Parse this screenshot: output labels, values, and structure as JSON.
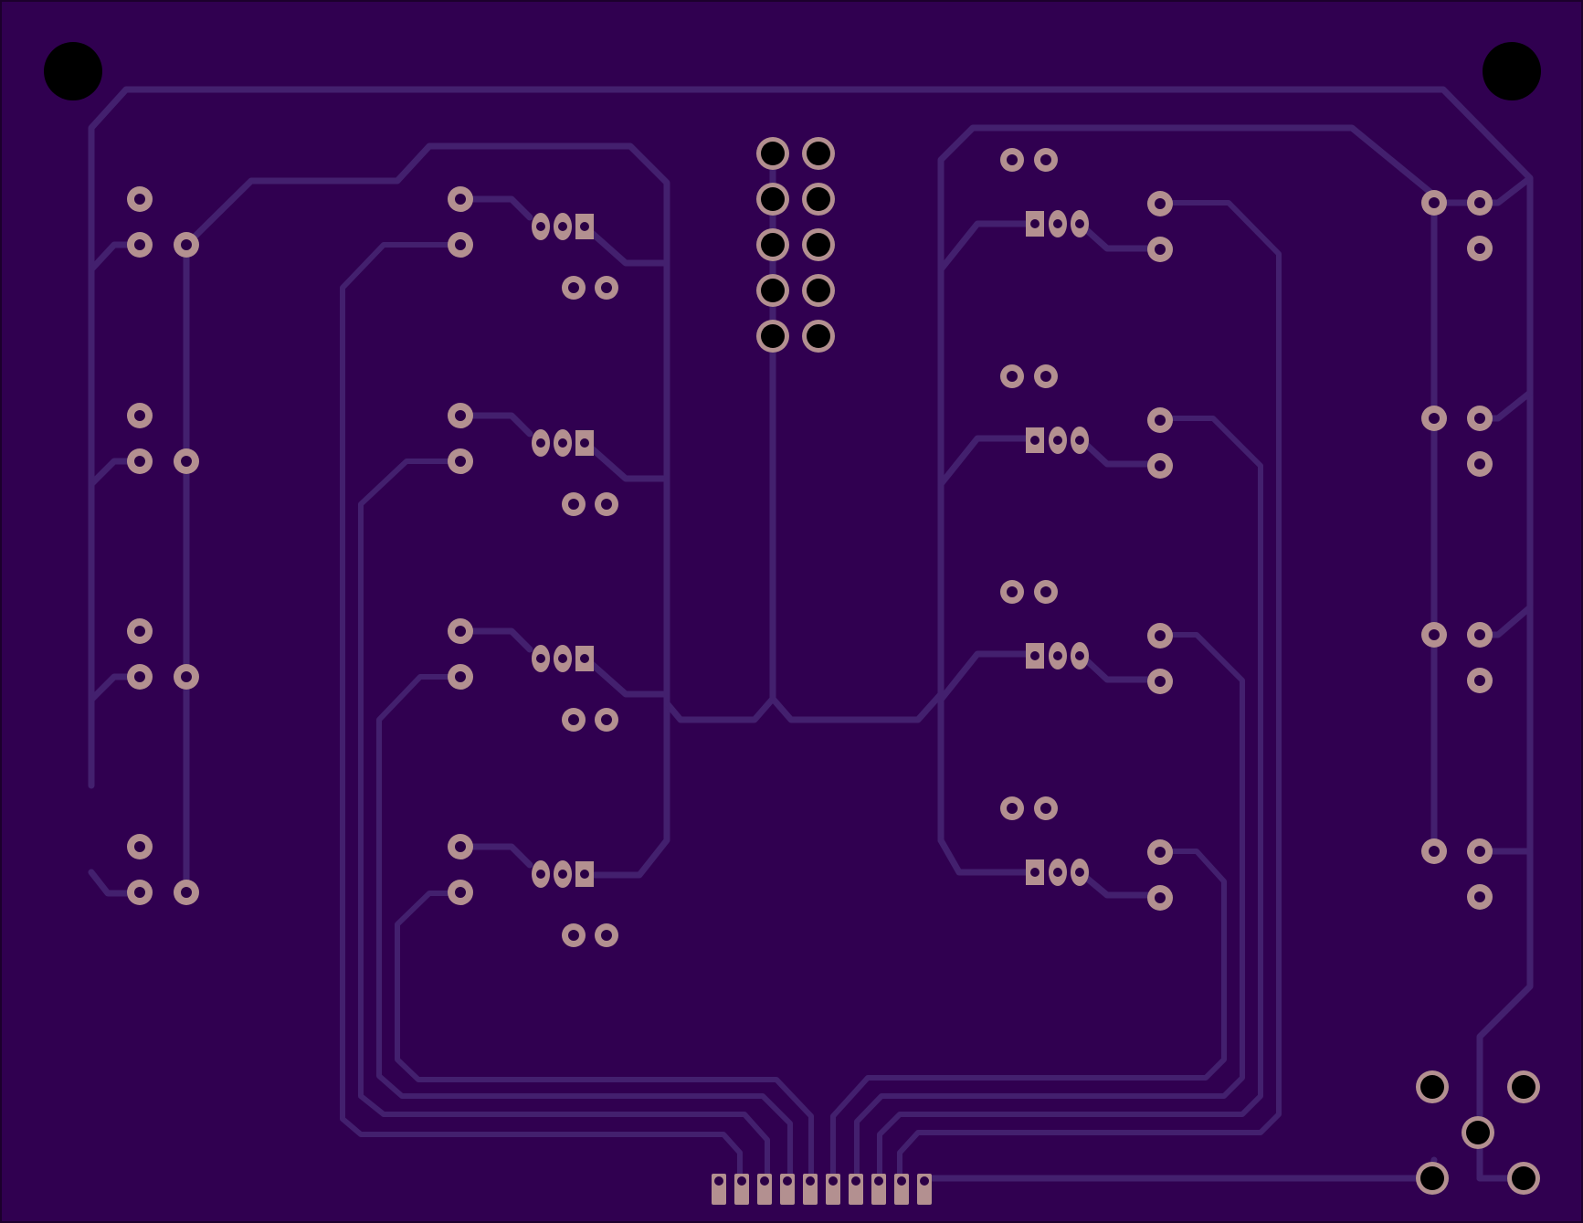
{
  "board": {
    "colors": {
      "background": "#300050",
      "edge": "#1c002c",
      "trace": "#43206e",
      "pad": "#b39090",
      "drill": "#2b0045",
      "hole": "#000000"
    },
    "mounting_holes": 2,
    "connector_pins": 10,
    "header_pins": 10,
    "power_jack_pads": 5,
    "switch_footprints": 8,
    "transistor_footprints": 8,
    "output_footprints": 8
  }
}
